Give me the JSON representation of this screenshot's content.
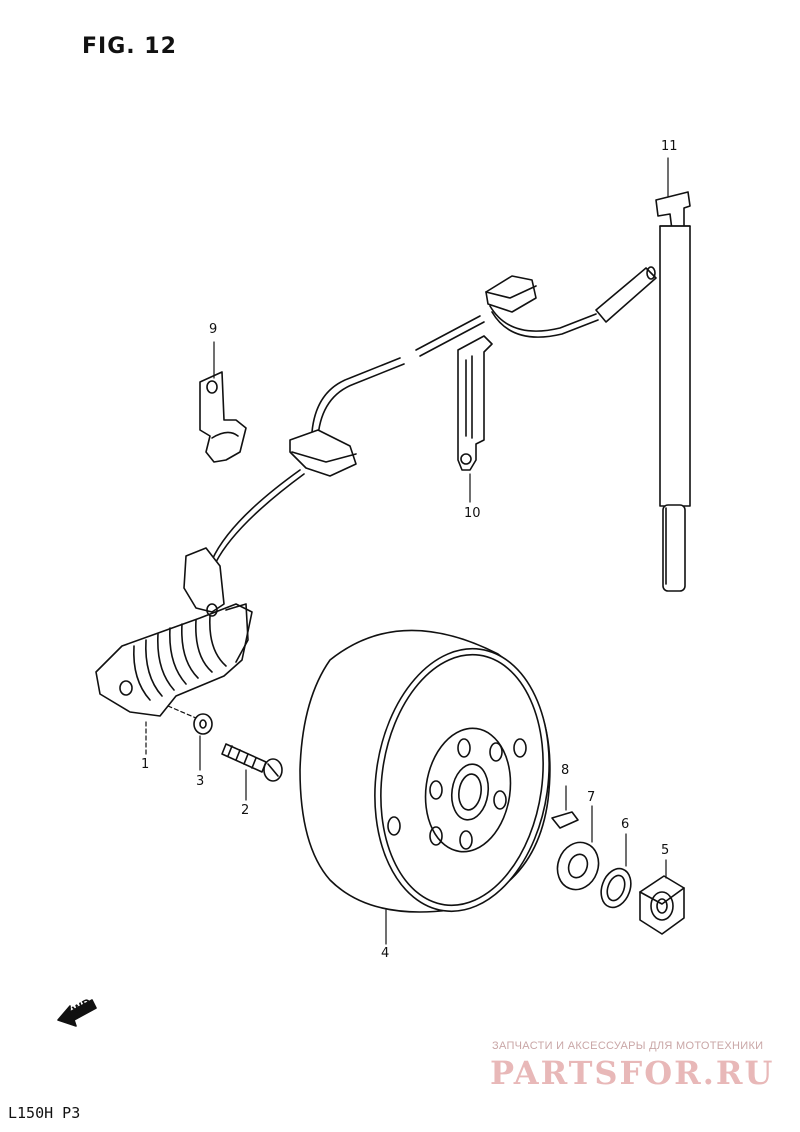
{
  "figure": {
    "title": "FIG. 12",
    "model_code": "L150H P3",
    "direction_label": "FWD"
  },
  "callouts": [
    {
      "number": "1"
    },
    {
      "number": "2"
    },
    {
      "number": "3"
    },
    {
      "number": "4"
    },
    {
      "number": "5"
    },
    {
      "number": "6"
    },
    {
      "number": "7"
    },
    {
      "number": "8"
    },
    {
      "number": "9"
    },
    {
      "number": "10"
    },
    {
      "number": "11"
    }
  ],
  "watermark": {
    "tagline": "ЗАПЧАСТИ И АКСЕССУАРЫ ДЛЯ МОТОТЕХНИКИ",
    "logo": "PARTSFOR.RU"
  },
  "colors": {
    "line": "#111111",
    "background": "#ffffff",
    "watermark": "#e8b8b8"
  }
}
